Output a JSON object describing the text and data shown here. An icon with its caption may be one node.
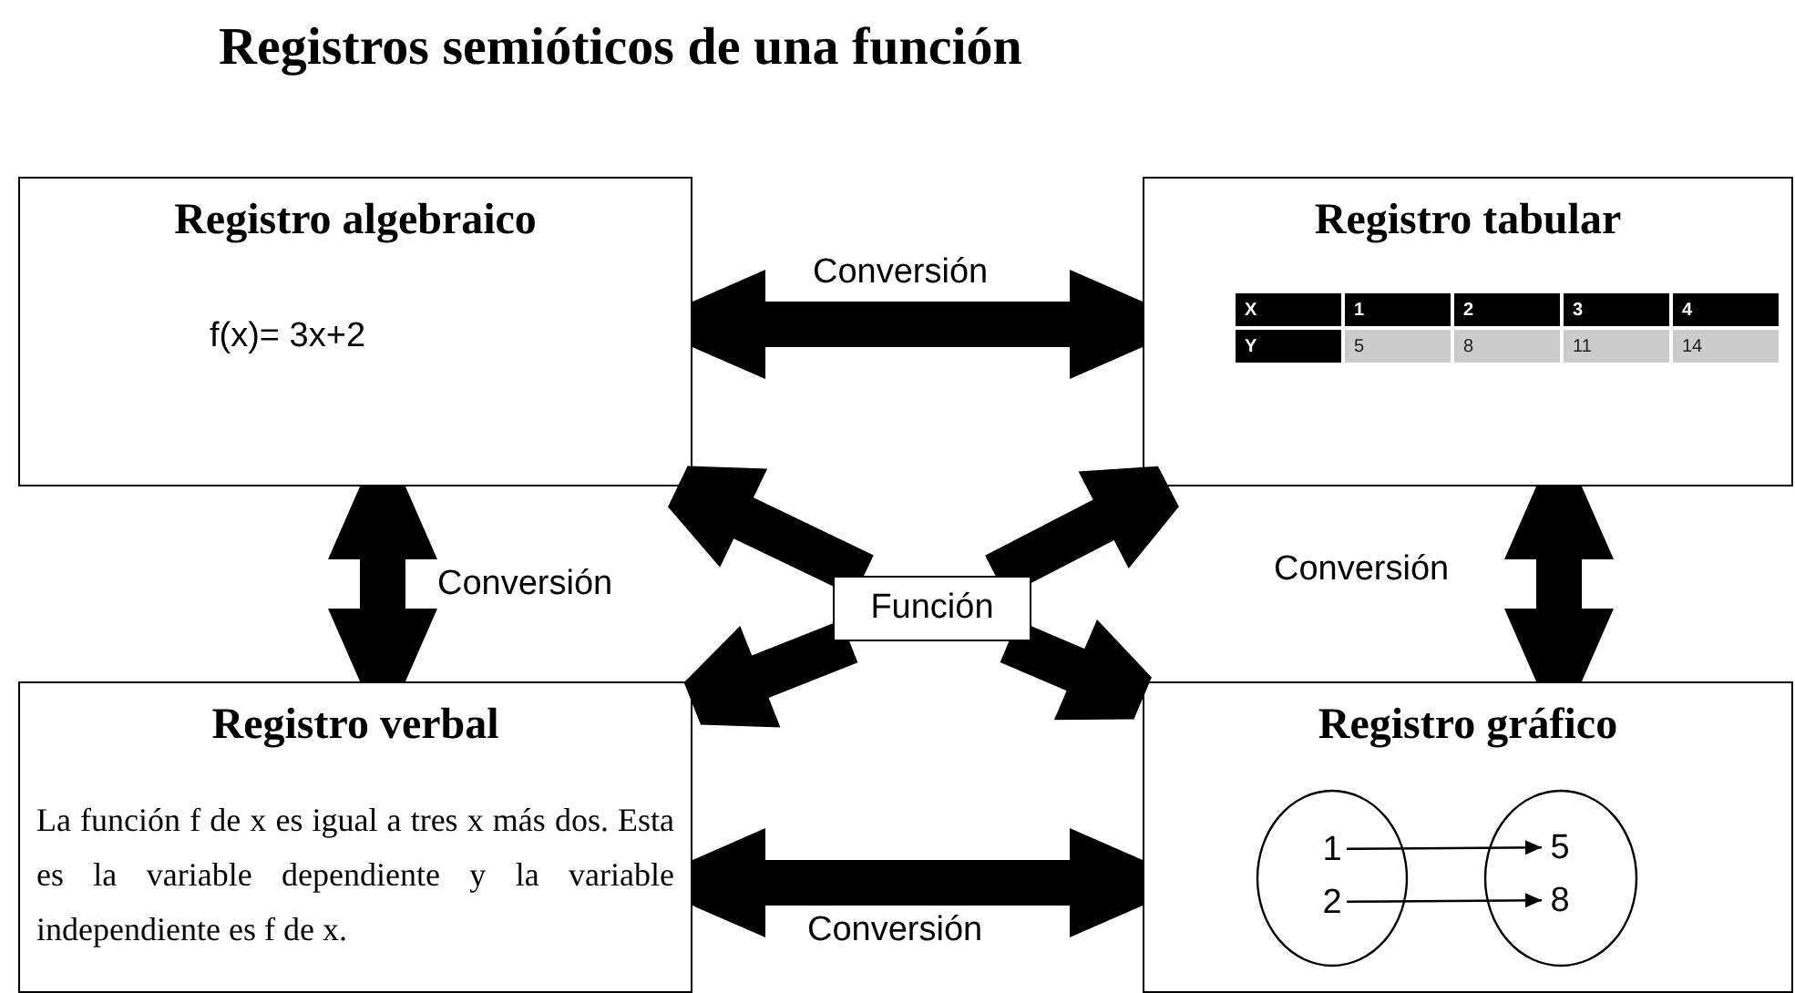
{
  "diagram": {
    "title": "Registros semióticos de una función",
    "nodes": [
      {
        "text": [
          "Registro algebraico",
          "f(x)= 3x+2"
        ]
      },
      {
        "text": [
          "Registro tabular",
          "X",
          "1",
          "2",
          "3",
          "4",
          "Y",
          "5",
          "8",
          "11",
          "14"
        ]
      },
      {
        "text": [
          "Función"
        ]
      },
      {
        "text": [
          "Registro verbal",
          "La función f de x es igual a tres x más dos. Esta es la variable dependiente y la variable independiente es f de x."
        ]
      },
      {
        "text": [
          "Registro gráfico"
        ]
      },
      {
        "text": [],
        "shape": "circle",
        "in": 4
      },
      {
        "text": [
          "1"
        ],
        "in": 5
      },
      {
        "text": [
          "2"
        ],
        "in": 5
      },
      {
        "text": [],
        "shape": "circle",
        "in": 4
      },
      {
        "text": [
          "5"
        ],
        "in": 8
      },
      {
        "text": [
          "8"
        ],
        "in": 8
      }
    ],
    "edges": [
      {
        "from": 0,
        "to": 1,
        "arrow": "both",
        "label": "Conversión"
      },
      {
        "from": 0,
        "to": 3,
        "arrow": "both",
        "label": "Conversión"
      },
      {
        "from": 1,
        "to": 4,
        "arrow": "both",
        "label": "Conversión"
      },
      {
        "from": 3,
        "to": 4,
        "arrow": "both",
        "label": "Conversión"
      },
      {
        "from": 2,
        "to": 0,
        "arrow": "to"
      },
      {
        "from": 2,
        "to": 1,
        "arrow": "to"
      },
      {
        "from": 2,
        "to": 3,
        "arrow": "to"
      },
      {
        "from": 2,
        "to": 4,
        "arrow": "to"
      },
      {
        "from": 6,
        "to": 9,
        "arrow": "to"
      },
      {
        "from": 7,
        "to": 10,
        "arrow": "to"
      }
    ]
  }
}
